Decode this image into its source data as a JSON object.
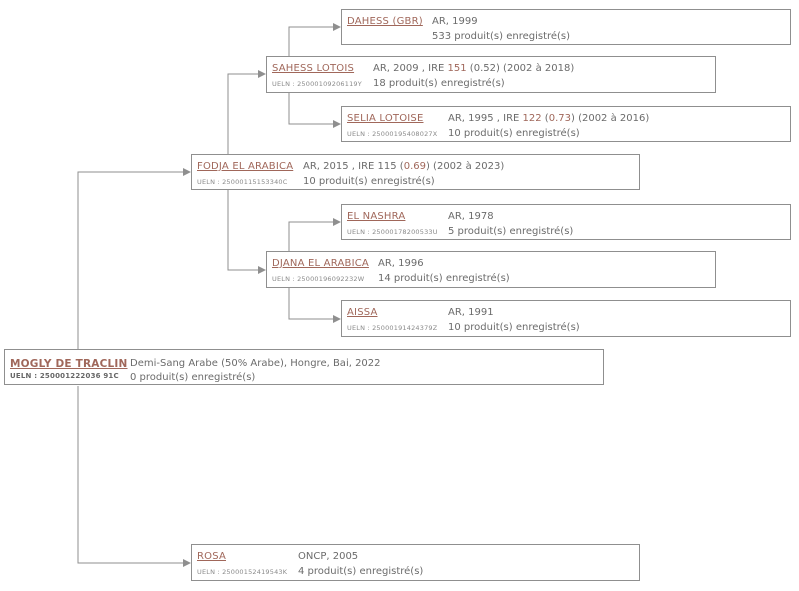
{
  "pedigree": {
    "root": {
      "name": "MOGLY DE TRACLIN",
      "ueln": "UELN : 250001222036 91C",
      "info": "Demi-Sang Arabe (50% Arabe), Hongre, Bai, 2022",
      "products": "0 produit(s) enregistré(s)"
    },
    "sire": {
      "name": "FODJA EL ARABICA",
      "ueln": "UELN : 25000115153340C",
      "info_pre": "AR, 2015 , IRE 115 (",
      "info_val": "0.69",
      "info_post": ") (2002 à 2023)",
      "products": "10 produit(s) enregistré(s)"
    },
    "sire_sire": {
      "name": "SAHESS LOTOIS",
      "ueln": "UELN : 25000109206119Y",
      "info_pre": "AR, 2009 , IRE ",
      "info_val1": "151",
      "info_mid": " (0.52) (2002 à 2018)",
      "products": "18 produit(s) enregistré(s)"
    },
    "sire_sire_sire": {
      "name": "DAHESS (GBR)",
      "info": "AR, 1999",
      "products": "533 produit(s) enregistré(s)"
    },
    "sire_sire_dam": {
      "name": "SELIA LOTOISE",
      "ueln": "UELN : 25000195408027X",
      "info_pre": "AR, 1995 , IRE ",
      "info_val1": "122",
      "info_mid": " (",
      "info_val2": "0.73",
      "info_post": ") (2002 à 2016)",
      "products": "10 produit(s) enregistré(s)"
    },
    "sire_dam": {
      "name": "DJANA EL ARABICA",
      "ueln": "UELN : 25000196092232W",
      "info": "AR, 1996",
      "products": "14 produit(s) enregistré(s)"
    },
    "sire_dam_sire": {
      "name": "EL NASHRA",
      "ueln": "UELN : 25000178200533U",
      "info": "AR, 1978",
      "products": "5 produit(s) enregistré(s)"
    },
    "sire_dam_dam": {
      "name": "AISSA",
      "ueln": "UELN : 25000191424379Z",
      "info": "AR, 1991",
      "products": "10 produit(s) enregistré(s)"
    },
    "dam": {
      "name": "ROSA",
      "ueln": "UELN : 25000152419543K",
      "info": "ONCP, 2005",
      "products": "4 produit(s) enregistré(s)"
    }
  },
  "colors": {
    "link": "#a0675a",
    "border": "#8f8f8f",
    "connector": "#8f8f8f",
    "text": "#6b6b6b"
  }
}
